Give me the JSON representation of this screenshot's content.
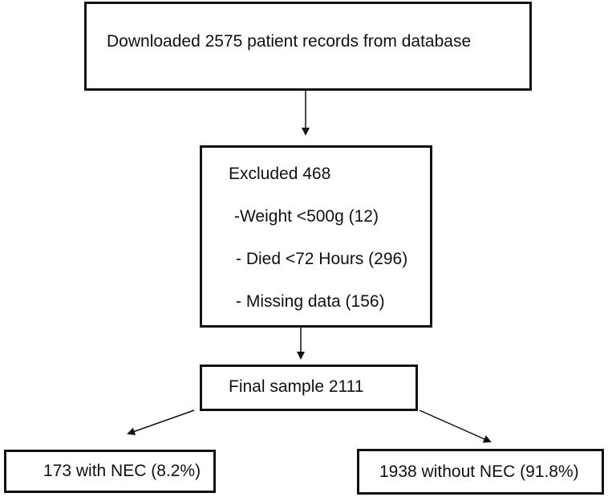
{
  "download_box": {
    "text": "Downloaded 2575 patient records from database"
  },
  "excluded_box": {
    "title": "Excluded 468",
    "items": [
      "-Weight <500g (12)",
      "- Died <72 Hours (296)",
      "- Missing data (156)"
    ]
  },
  "final_box": {
    "text": "Final sample 2111"
  },
  "nec_box": {
    "text": "173 with NEC (8.2%)"
  },
  "no_nec_box": {
    "text": "1938 without NEC (91.8%)"
  },
  "colors": {
    "stroke": "#111111",
    "background": "#ffffff"
  }
}
